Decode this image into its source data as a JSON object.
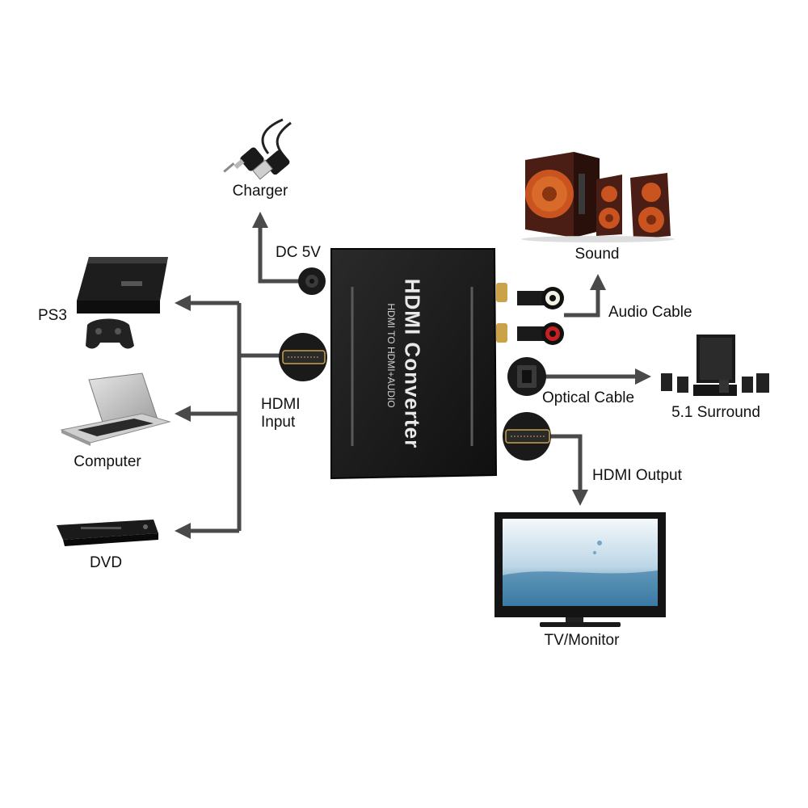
{
  "converter": {
    "title": "HDMI Converter",
    "subtitle": "HDMI TO HDMI+AUDIO"
  },
  "labels": {
    "charger": "Charger",
    "dc": "DC 5V",
    "sound": "Sound",
    "audio_cable": "Audio Cable",
    "optical_cable": "Optical Cable",
    "surround": "5.1 Surround",
    "hdmi_output": "HDMI Output",
    "tv": "TV/Monitor",
    "ps3": "PS3",
    "computer": "Computer",
    "dvd": "DVD",
    "hdmi_input_line1": "HDMI",
    "hdmi_input_line2": "Input"
  },
  "colors": {
    "arrow": "#4a4a4a",
    "device_body": "#1b1b1b",
    "speaker_wood": "#4a1e14",
    "speaker_cone": "#c9541f",
    "gold": "#c9a24a"
  }
}
